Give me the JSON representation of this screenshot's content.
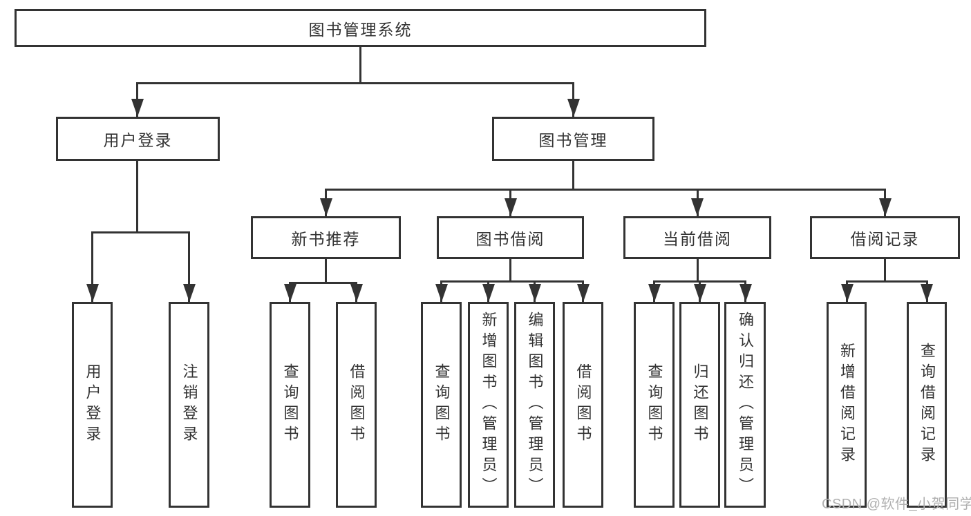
{
  "colors": {
    "line": "#333333",
    "border": "#333333",
    "text": "#333333",
    "background": "#ffffff",
    "watermark": "#b0b0b0"
  },
  "watermark": {
    "text": "CSDN @软件_小贺同学"
  },
  "tree": {
    "root": {
      "label": "图书管理系统"
    },
    "branches": [
      {
        "label": "用户登录",
        "children": [
          {
            "label": "用户登录"
          },
          {
            "label": "注销登录"
          }
        ]
      },
      {
        "label": "图书管理",
        "children": [
          {
            "label": "新书推荐",
            "children": [
              {
                "label": "查询图书"
              },
              {
                "label": "借阅图书"
              }
            ]
          },
          {
            "label": "图书借阅",
            "children": [
              {
                "label": "查询图书"
              },
              {
                "label": "新增图书（管理员）"
              },
              {
                "label": "编辑图书（管理员）"
              },
              {
                "label": "借阅图书"
              }
            ]
          },
          {
            "label": "当前借阅",
            "children": [
              {
                "label": "查询图书"
              },
              {
                "label": "归还图书"
              },
              {
                "label": "确认归还（管理员）"
              }
            ]
          },
          {
            "label": "借阅记录",
            "children": [
              {
                "label": "新增借阅记录"
              },
              {
                "label": "查询借阅记录"
              }
            ]
          }
        ]
      }
    ]
  }
}
